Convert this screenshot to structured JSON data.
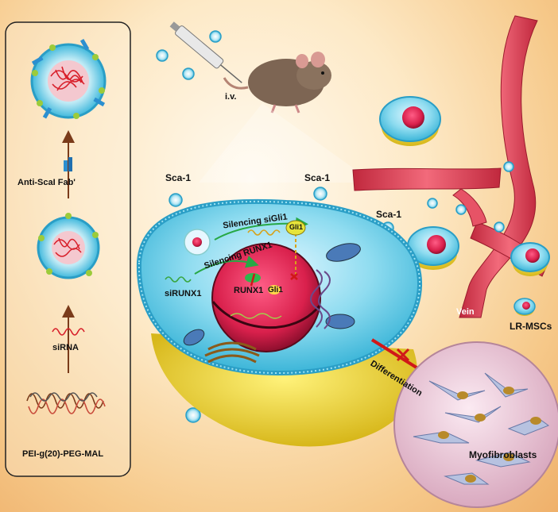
{
  "left_panel": {
    "anti_sca1_fab_label": "Anti-ScaI Fab'",
    "sirna_label": "siRNA",
    "polymer_label": "PEI-g(20)-PEG-MAL"
  },
  "injection": {
    "route_label": "i.v."
  },
  "cell": {
    "sca1_label": "Sca-1",
    "silencing_gli1_label": "Silencing siGli1",
    "silencing_runx1_label": "Silencing RUNX1",
    "sirunx1_label": "siRUNX1",
    "gli1_label": "Gli1",
    "runx1_nucleus_label": "RUNX1",
    "gli1_nucleus_label": "Gli1"
  },
  "vessel": {
    "vein_label": "Vein",
    "lr_mscs_label": "LR-MSCs"
  },
  "outcome": {
    "differentiation_label": "Differentiation",
    "myofibroblasts_label": "Myofibroblasts"
  },
  "colors": {
    "panel_border": "#222222",
    "arrow_brown": "#7a3b1a",
    "vessel_red": "#e0455a",
    "cell_cyan": "#5fd0e8",
    "nucleus_pink": "#e8345f",
    "inhibit_red": "#e02020"
  }
}
